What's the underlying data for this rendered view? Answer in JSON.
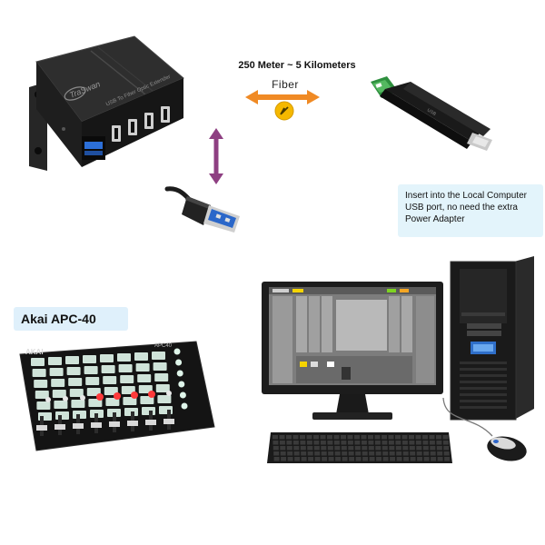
{
  "transmission": {
    "distance_label": "250 Meter ~ 5 Kilometers",
    "medium_label": "Fiber"
  },
  "extender": {
    "brand_text": "TraSwan",
    "model_text": "USB To Fiber Optic Extender"
  },
  "note": {
    "lines": [
      "Insert into the Local Computer",
      "USB port,  no need the extra",
      "Power Adapter"
    ]
  },
  "device_label": "Akai APC-40",
  "controller": {
    "brand_text": "AKAI",
    "model_text": "APC40"
  },
  "colors": {
    "arrow_orange": "#f08a24",
    "arrow_purple": "#8e3f82",
    "note_bg": "#e3f4fb",
    "label_bg": "#dff0fb",
    "pad_glow": "#dff5ea",
    "led_red": "#ff3a3a"
  }
}
